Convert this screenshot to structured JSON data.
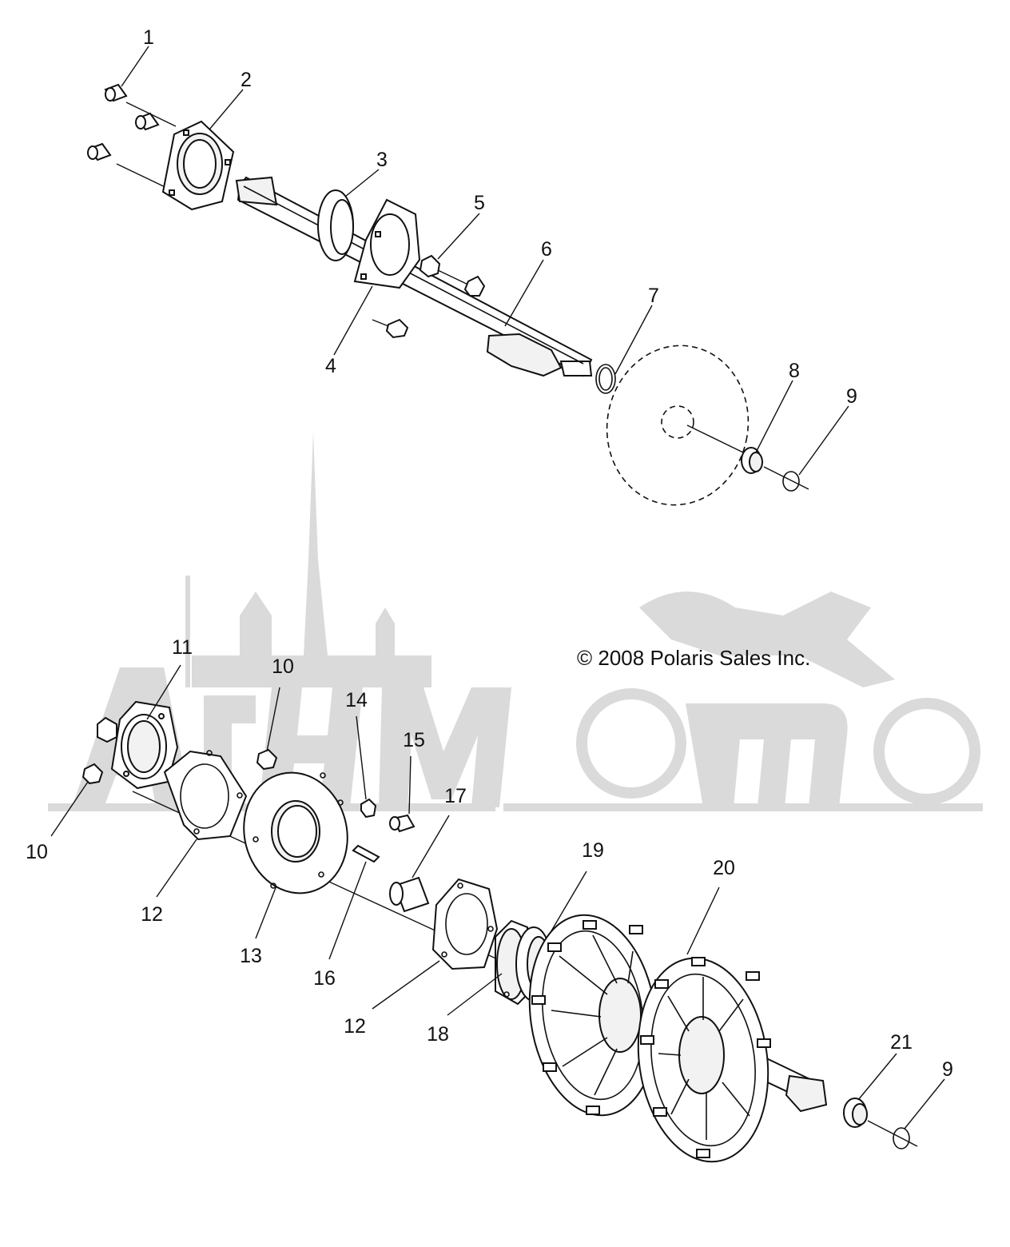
{
  "copyright": "© 2008 Polaris Sales Inc.",
  "watermark": {
    "text": "AGHMOTO",
    "color": "#dadada",
    "render": "image"
  },
  "callouts": {
    "c1": "1",
    "c2": "2",
    "c3": "3",
    "c4": "4",
    "c5": "5",
    "c6": "6",
    "c7": "7",
    "c8": "8",
    "c9a": "9",
    "c9b": "9",
    "c10a": "10",
    "c10b": "10",
    "c11": "11",
    "c12a": "12",
    "c12b": "12",
    "c13": "13",
    "c14": "14",
    "c15": "15",
    "c16": "16",
    "c17": "17",
    "c18": "18",
    "c19": "19",
    "c20": "20",
    "c21": "21"
  }
}
